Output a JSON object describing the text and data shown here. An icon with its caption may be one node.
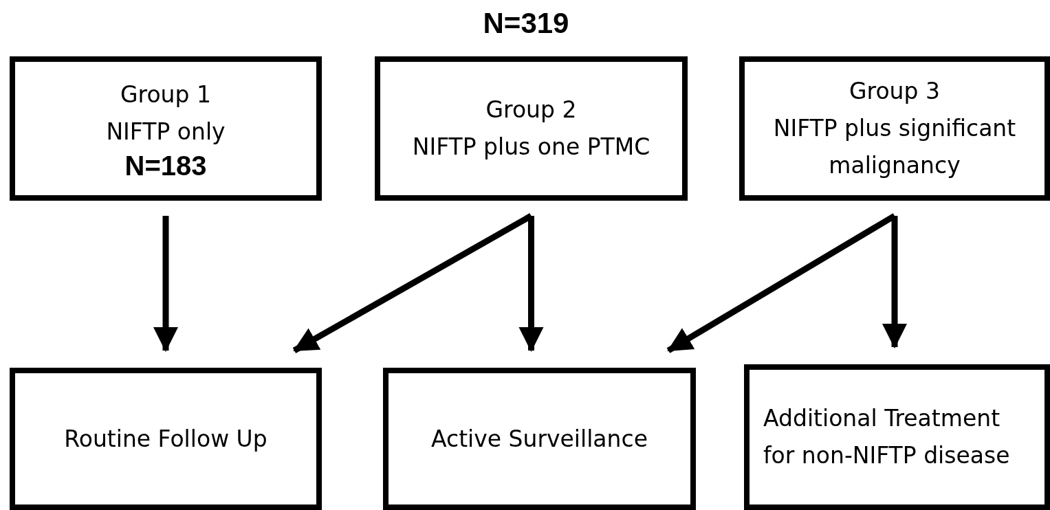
{
  "diagram": {
    "title": "N=319",
    "nodes": [
      {
        "text": [
          "Group 1",
          "NIFTP only",
          "N=183"
        ]
      },
      {
        "text": [
          "Group 2",
          "NIFTP plus one PTMC"
        ]
      },
      {
        "text": [
          "Group 3",
          "NIFTP plus significant malignancy"
        ]
      },
      {
        "text": [
          "Routine Follow Up"
        ]
      },
      {
        "text": [
          "Active Surveillance"
        ]
      },
      {
        "text": [
          "Additional Treatment for non-NIFTP disease"
        ]
      }
    ],
    "edges": [
      {
        "from": 0,
        "to": 3,
        "arrow": "to"
      },
      {
        "from": 1,
        "to": 3,
        "arrow": "to"
      },
      {
        "from": 1,
        "to": 4,
        "arrow": "to"
      },
      {
        "from": 2,
        "to": 4,
        "arrow": "to"
      },
      {
        "from": 2,
        "to": 5,
        "arrow": "to"
      }
    ]
  }
}
